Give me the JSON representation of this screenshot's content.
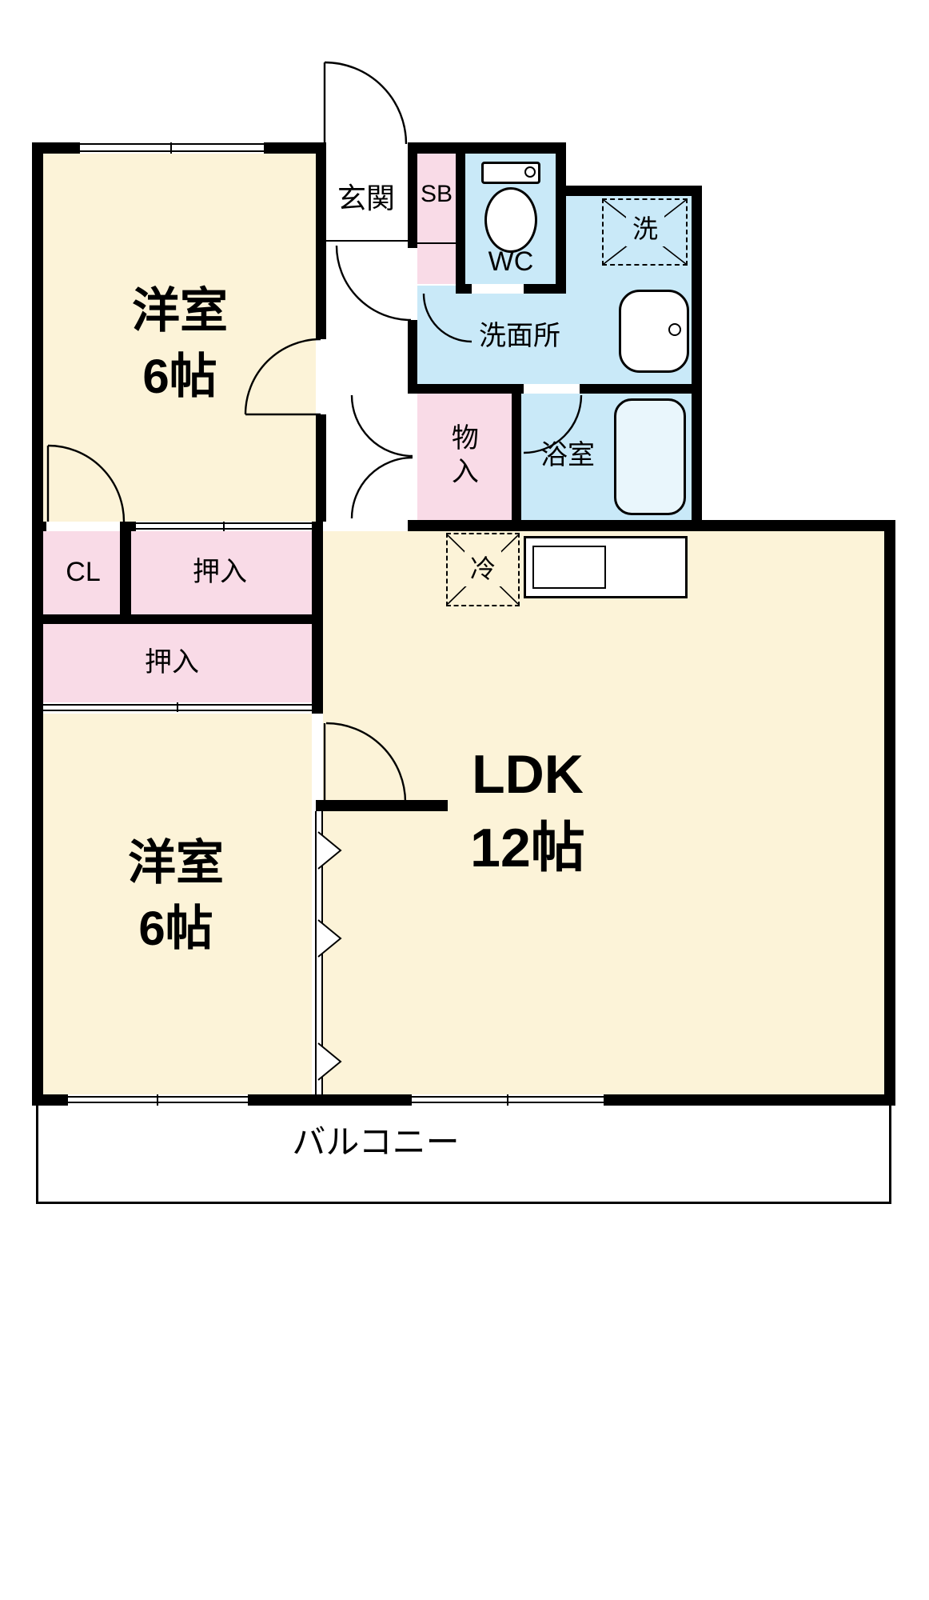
{
  "colors": {
    "room": "#fcf3d8",
    "closet": "#f9dbe7",
    "wet": "#c9e9f8",
    "tub": "#e9f6fc",
    "wall": "#000000"
  },
  "rooms": {
    "bedroom_top": {
      "name": "洋室",
      "size": "6帖"
    },
    "ldk": {
      "name": "LDK",
      "size": "12帖"
    },
    "bedroom_bottom": {
      "name": "洋室",
      "size": "6帖"
    },
    "entrance": "玄関",
    "shoe_box": "SB",
    "wc": "WC",
    "laundry": "洗",
    "washroom": "洗面所",
    "storage": "物入",
    "bath": "浴室",
    "closet": "CL",
    "oshiire_upper": "押入",
    "oshiire_lower": "押入",
    "fridge": "冷",
    "balcony": "バルコニー"
  }
}
